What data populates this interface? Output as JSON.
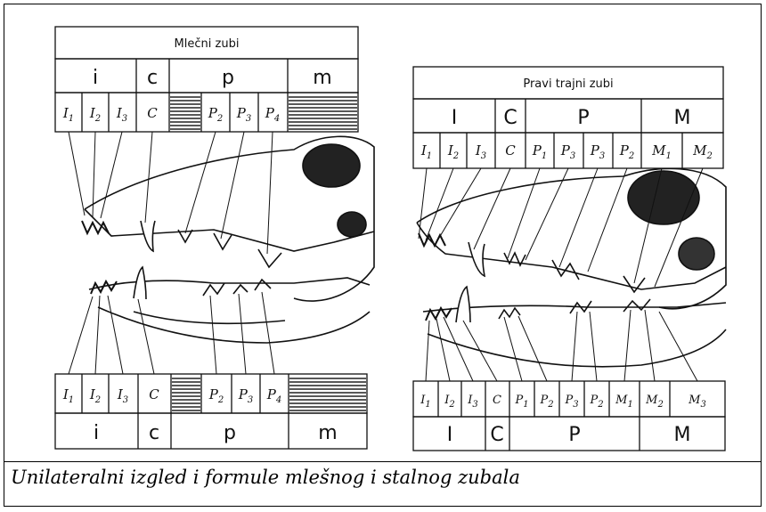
{
  "left_panel": {
    "title": "Mlečni zubi",
    "upper_groups": [
      "i",
      "c",
      "p",
      "m"
    ],
    "upper_teeth": [
      "I1",
      "I2",
      "I3",
      "C",
      "",
      "P2",
      "P3",
      "P4",
      ""
    ],
    "lower_teeth": [
      "I1",
      "I2",
      "I3",
      "C",
      "",
      "P2",
      "P3",
      "P4",
      ""
    ],
    "lower_groups": [
      "i",
      "c",
      "p",
      "m"
    ]
  },
  "right_panel": {
    "title": "Pravi trajni zubi",
    "upper_groups": [
      "I",
      "C",
      "P",
      "M"
    ],
    "upper_teeth": [
      "I1",
      "I2",
      "I3",
      "C",
      "P1",
      "P3",
      "P3",
      "P2",
      "M1",
      "M2"
    ],
    "lower_teeth": [
      "I1",
      "I2",
      "I3",
      "C",
      "P1",
      "P2",
      "P3",
      "P2",
      "M1",
      "M2",
      "M3"
    ],
    "lower_groups": [
      "I",
      "C",
      "P",
      "M"
    ]
  },
  "caption": "Unilateralni izgled i formule mlešnog i stalnog zubala",
  "colors": {
    "line": "#111111",
    "watermark": "#f4d250"
  }
}
